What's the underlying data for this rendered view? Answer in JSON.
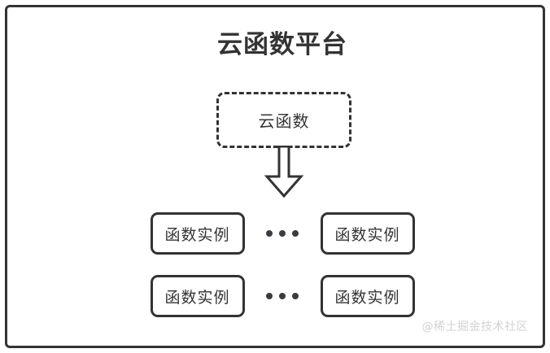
{
  "diagram": {
    "title": "云函数平台",
    "cloud_function": {
      "label": "云函数"
    },
    "arrow": {
      "icon": "down-block-arrow"
    },
    "instance_rows": [
      {
        "left_instance": "函数实例",
        "ellipsis": "•••",
        "right_instance": "函数实例"
      },
      {
        "left_instance": "函数实例",
        "ellipsis": "•••",
        "right_instance": "函数实例"
      }
    ],
    "watermark": "@稀土掘金技术社区",
    "colors": {
      "stroke": "#333333",
      "background": "#ffffff",
      "text": "#333333",
      "dot": "#3b3b40",
      "watermark": "#d2d2d2"
    }
  }
}
